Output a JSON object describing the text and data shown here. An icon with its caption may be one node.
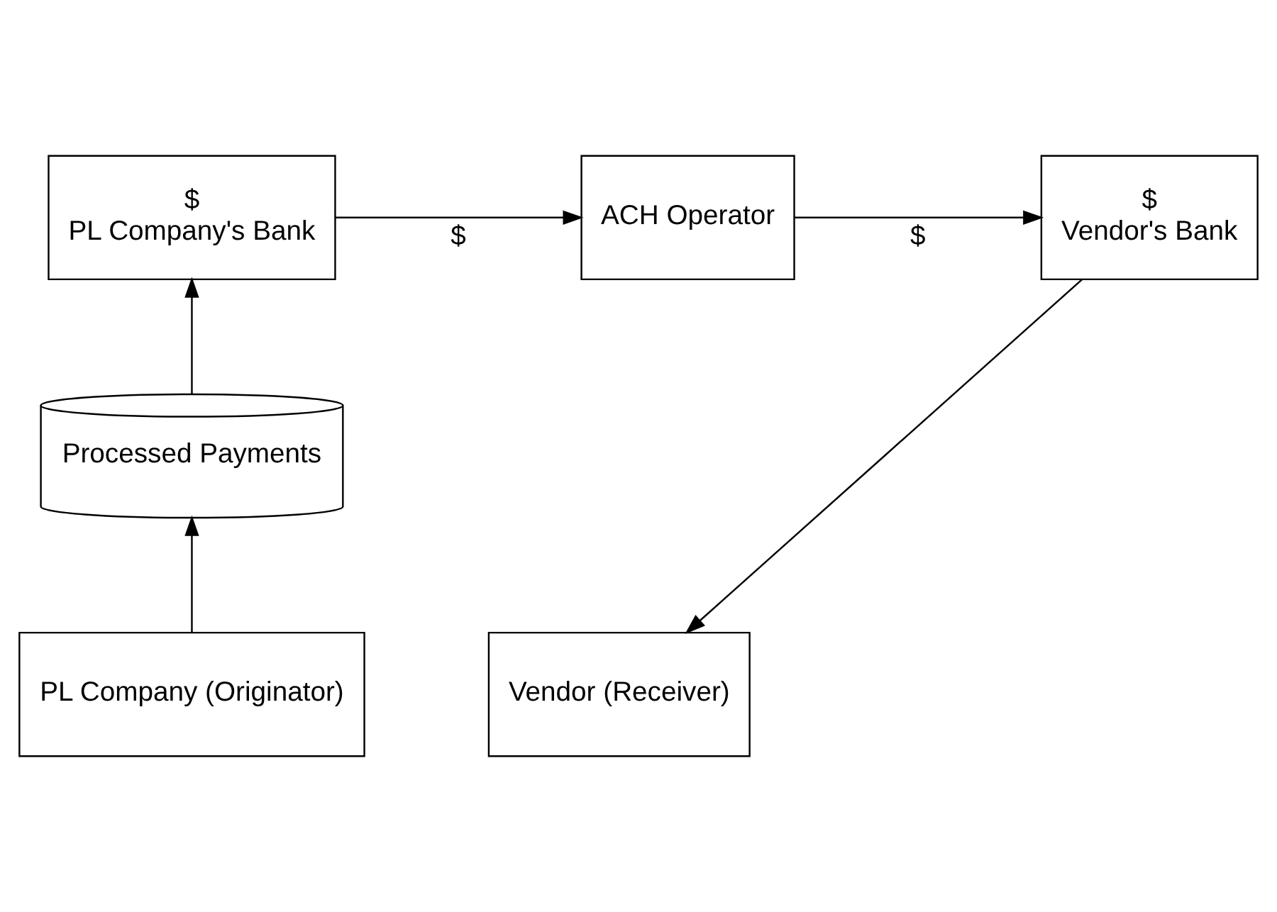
{
  "diagram": {
    "nodes": [
      {
        "text": [
          "$",
          "PL Company's Bank"
        ]
      },
      {
        "text": [
          "ACH Operator"
        ]
      },
      {
        "text": [
          "$",
          "Vendor's Bank"
        ]
      },
      {
        "text": [
          "Processed Payments"
        ]
      },
      {
        "text": [
          "PL Company (Originator)"
        ]
      },
      {
        "text": [
          "Vendor (Receiver)"
        ]
      }
    ],
    "edges": [
      {
        "from": 0,
        "to": 1,
        "arrow": "to",
        "label": "$"
      },
      {
        "from": 1,
        "to": 2,
        "arrow": "to",
        "label": "$"
      },
      {
        "from": 3,
        "to": 0,
        "arrow": "to"
      },
      {
        "from": 4,
        "to": 3,
        "arrow": "to"
      },
      {
        "from": 2,
        "to": 5,
        "arrow": "to"
      }
    ]
  }
}
